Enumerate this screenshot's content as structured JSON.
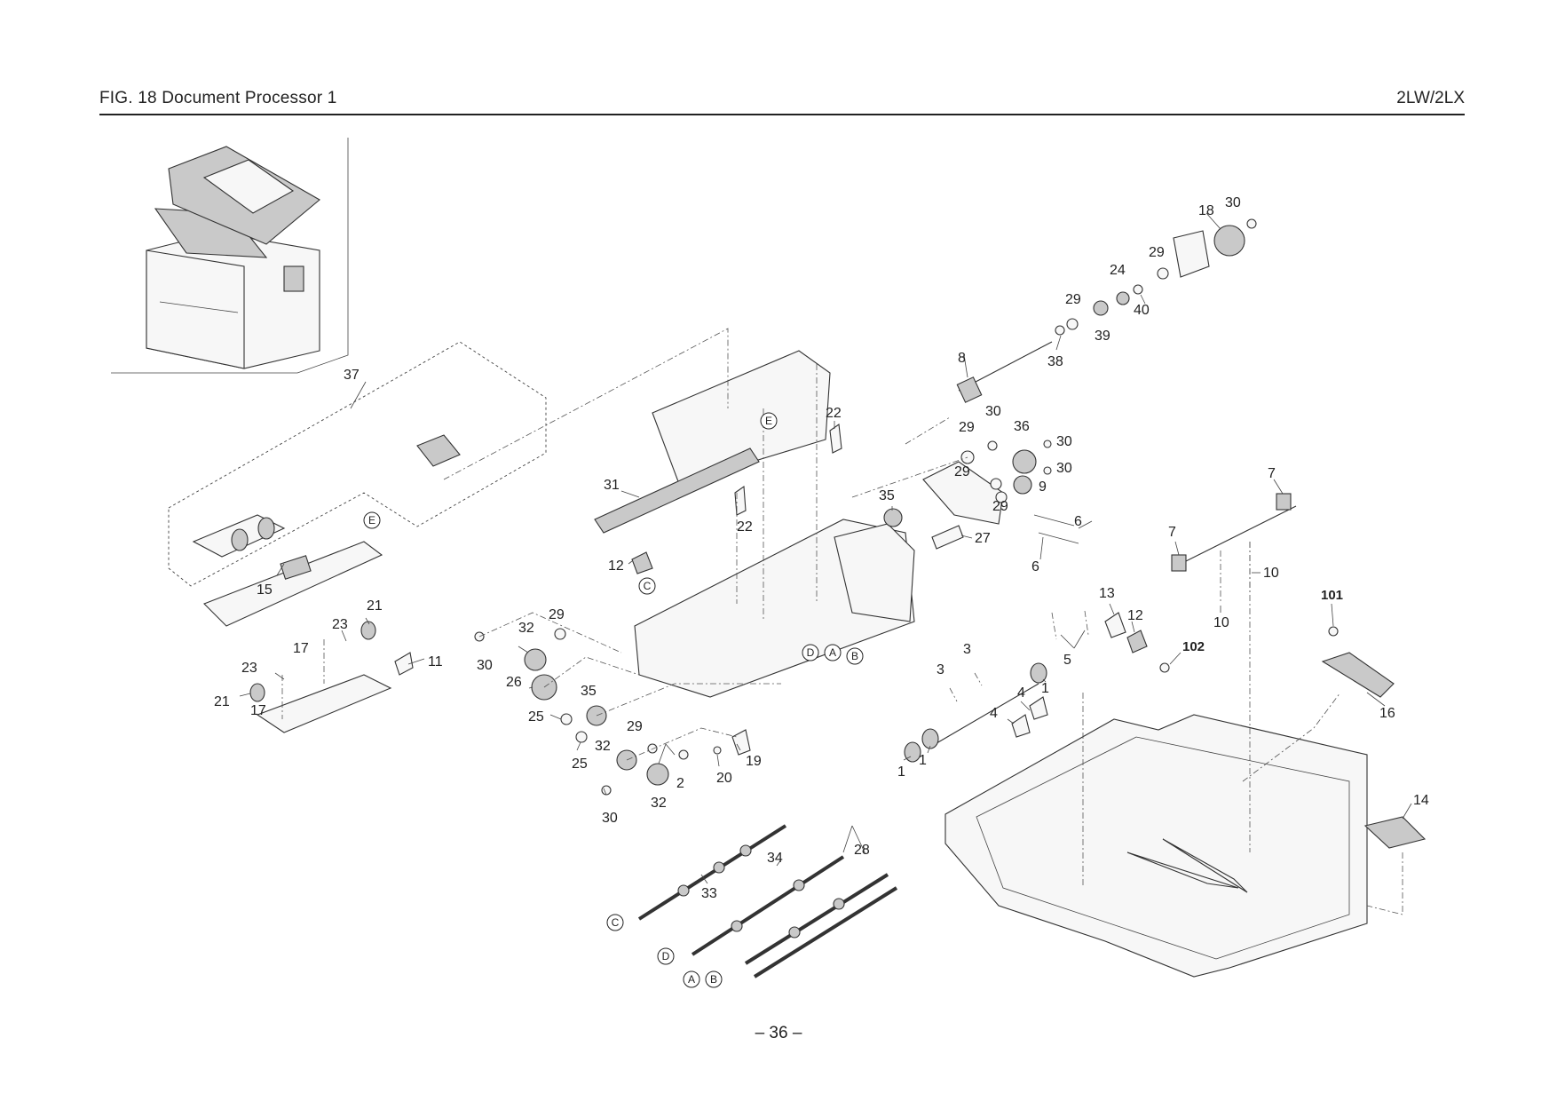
{
  "header": {
    "figure_title": "FIG.  18  Document Processor 1",
    "model_code": "2LW/2LX"
  },
  "footer": {
    "page_number": "– 36 –"
  },
  "callouts": {
    "n1": "1",
    "n2": "2",
    "n3": "3",
    "n4": "4",
    "n5": "5",
    "n6": "6",
    "n7": "7",
    "n8": "8",
    "n9": "9",
    "n10": "10",
    "n11": "11",
    "n12": "12",
    "n13": "13",
    "n14": "14",
    "n15": "15",
    "n16": "16",
    "n17": "17",
    "n18": "18",
    "n19": "19",
    "n20": "20",
    "n21": "21",
    "n22": "22",
    "n23": "23",
    "n24": "24",
    "n25": "25",
    "n26": "26",
    "n27": "27",
    "n28": "28",
    "n29": "29",
    "n30": "30",
    "n31": "31",
    "n32": "32",
    "n33": "33",
    "n34": "34",
    "n35": "35",
    "n36": "36",
    "n37": "37",
    "n38": "38",
    "n39": "39",
    "n40": "40",
    "n101": "101",
    "n102": "102"
  },
  "connectors": {
    "A": "A",
    "B": "B",
    "C": "C",
    "D": "D",
    "E": "E"
  }
}
